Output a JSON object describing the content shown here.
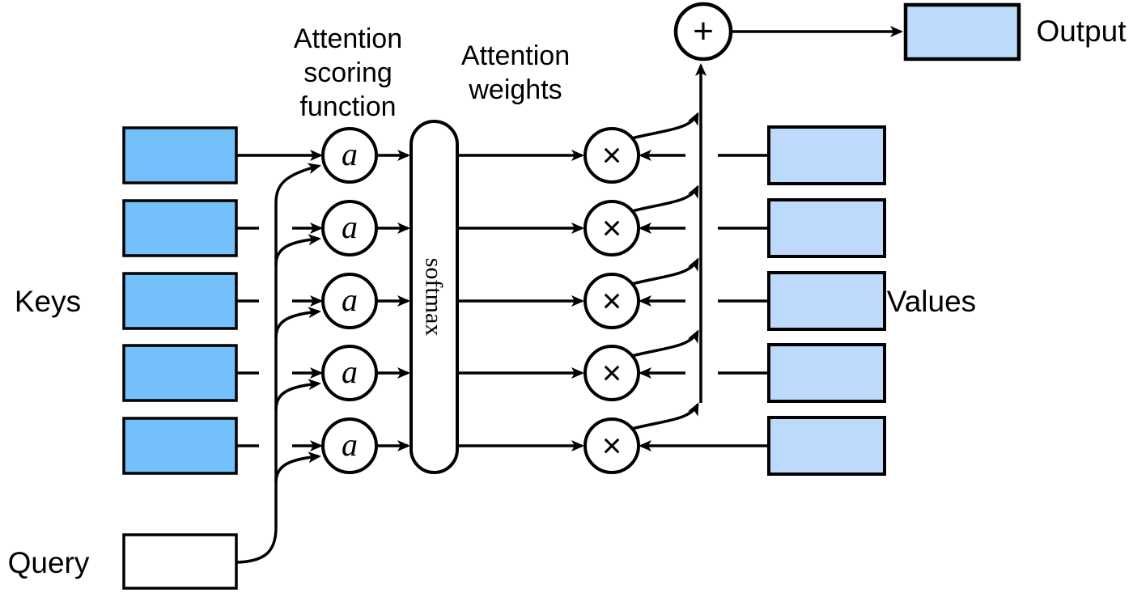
{
  "diagram": {
    "type": "attention-mechanism-flow",
    "row_count": 5,
    "labels": {
      "keys": "Keys",
      "query": "Query",
      "values": "Values",
      "output": "Output"
    },
    "titles": {
      "scoring": [
        "Attention",
        "scoring",
        "function"
      ],
      "weights": [
        "Attention",
        "weights"
      ]
    },
    "nodes": {
      "softmax": "softmax",
      "scoring_symbol": "a",
      "multiply_symbol": "×",
      "sum_symbol": "+"
    },
    "colors": {
      "key_fill": "#74c0fa",
      "value_fill": "#bdd9fb",
      "query_fill": "#ffffff",
      "output_fill": "#bdd9fb",
      "line": "#000000"
    }
  }
}
